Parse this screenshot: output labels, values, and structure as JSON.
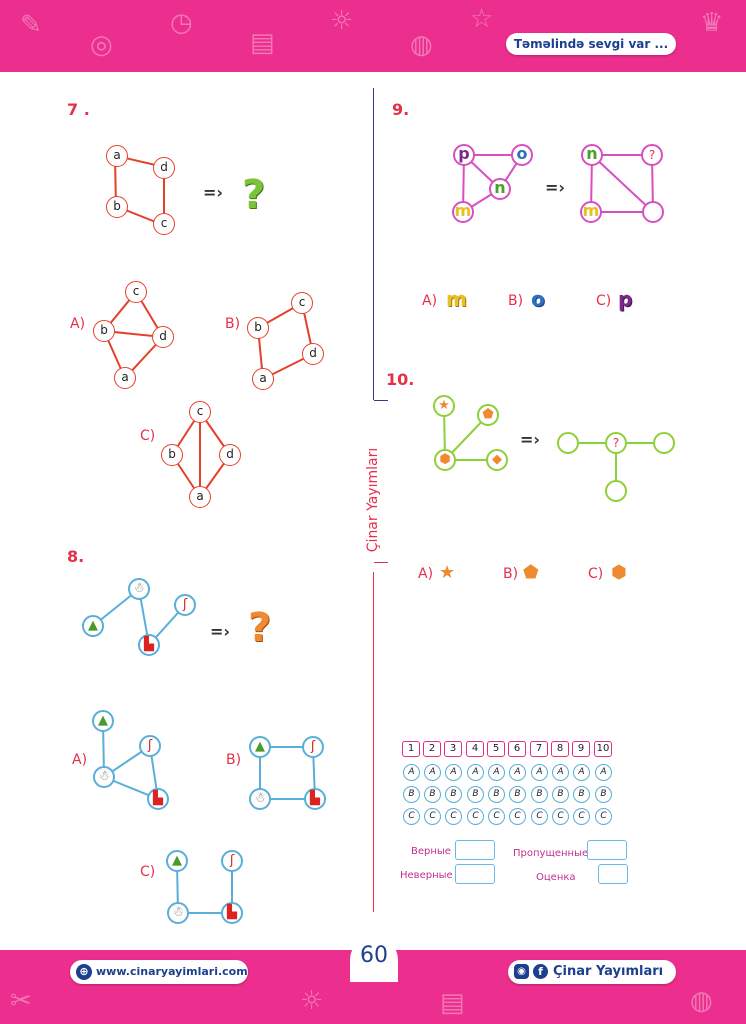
{
  "header": {
    "tagline": "Təməlində sevgi var ..."
  },
  "footer": {
    "website": "www.cinaryayimlari.com",
    "brand": "Çinar Yayımları",
    "page_number": "60"
  },
  "side_label": "Çinar Yayımları",
  "questions": {
    "q7": {
      "number": "7 .",
      "arrow": "=›",
      "unknown": "?",
      "options": [
        {
          "label": "A)"
        },
        {
          "label": "B)"
        },
        {
          "label": "C)"
        }
      ],
      "node_labels": {
        "a": "a",
        "b": "b",
        "c": "c",
        "d": "d"
      }
    },
    "q8": {
      "number": "8.",
      "arrow": "=›",
      "unknown": "?",
      "options": [
        {
          "label": "A)"
        },
        {
          "label": "B)"
        },
        {
          "label": "C)"
        }
      ]
    },
    "q9": {
      "number": "9.",
      "arrow": "=›",
      "unknown": "?",
      "letters": {
        "p": "p",
        "o": "o",
        "n": "n",
        "m": "m"
      },
      "options": [
        {
          "label": "A)"
        },
        {
          "label": "B)"
        },
        {
          "label": "C)"
        }
      ]
    },
    "q10": {
      "number": "10.",
      "arrow": "=›",
      "unknown": "?",
      "options": [
        {
          "label": "A)"
        },
        {
          "label": "B)"
        },
        {
          "label": "C)"
        }
      ]
    }
  },
  "answer_sheet": {
    "numbers": [
      "1",
      "2",
      "3",
      "4",
      "5",
      "6",
      "7",
      "8",
      "9",
      "10"
    ],
    "choices": [
      "A",
      "B",
      "C"
    ],
    "labels": {
      "correct": "Верные",
      "skipped": "Пропущенные",
      "wrong": "Неверные",
      "grade": "Оценка"
    }
  },
  "colors": {
    "accent": "#ec2e8e",
    "red": "#e5304a",
    "navy": "#2f3d91",
    "orange_line": "#e5402a",
    "blue_line": "#5aaed8",
    "magenta_line": "#d84fc1",
    "green_line": "#8fcf3a"
  }
}
